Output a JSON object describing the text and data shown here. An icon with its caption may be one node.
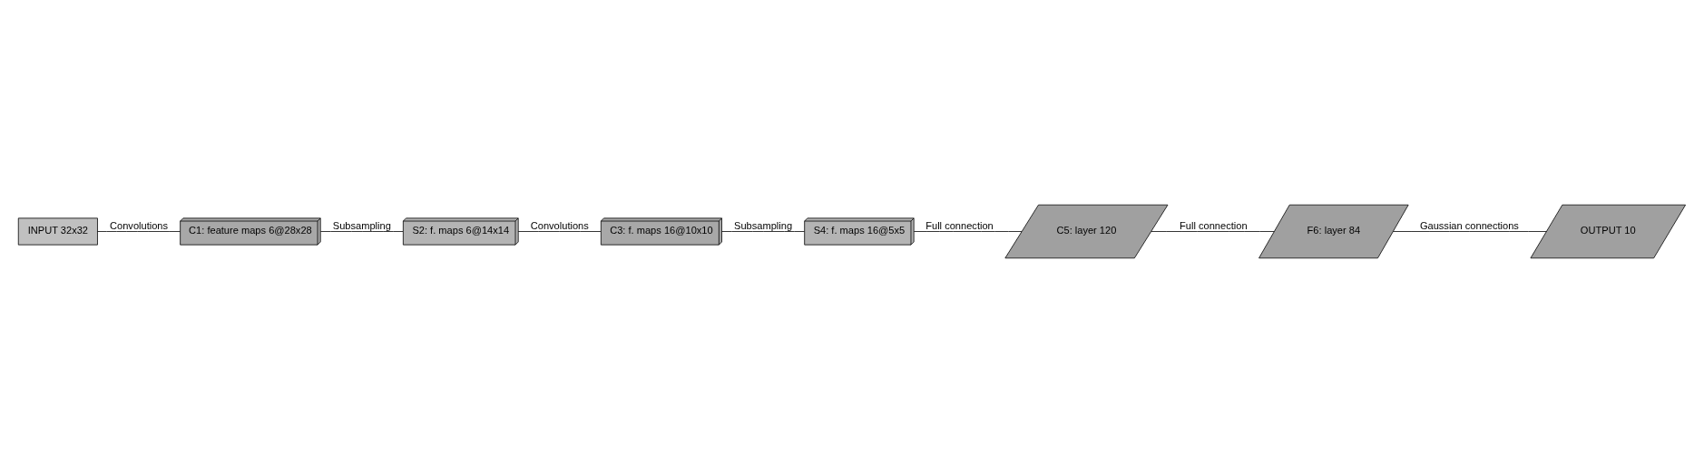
{
  "diagram": {
    "nodes": [
      {
        "text": [
          "INPUT 32x32"
        ]
      },
      {
        "text": [
          "C1: feature maps 6@28x28"
        ]
      },
      {
        "text": [
          "S2: f. maps 6@14x14"
        ]
      },
      {
        "text": [
          "C3: f. maps 16@10x10"
        ]
      },
      {
        "text": [
          "S4: f. maps 16@5x5"
        ]
      },
      {
        "text": [
          "C5: layer 120"
        ]
      },
      {
        "text": [
          "F6: layer 84"
        ]
      },
      {
        "text": [
          "OUTPUT 10"
        ]
      }
    ],
    "edges": [
      {
        "from": 0,
        "to": 1,
        "arrow": "none",
        "label": "Convolutions"
      },
      {
        "from": 1,
        "to": 2,
        "arrow": "none",
        "label": "Subsampling"
      },
      {
        "from": 2,
        "to": 3,
        "arrow": "none",
        "label": "Convolutions"
      },
      {
        "from": 3,
        "to": 4,
        "arrow": "none",
        "label": "Subsampling"
      },
      {
        "from": 4,
        "to": 5,
        "arrow": "none",
        "label": "Full connection"
      },
      {
        "from": 5,
        "to": 6,
        "arrow": "none",
        "label": "Full connection"
      },
      {
        "from": 6,
        "to": 7,
        "arrow": "none",
        "label": "Gaussian connections"
      }
    ]
  }
}
